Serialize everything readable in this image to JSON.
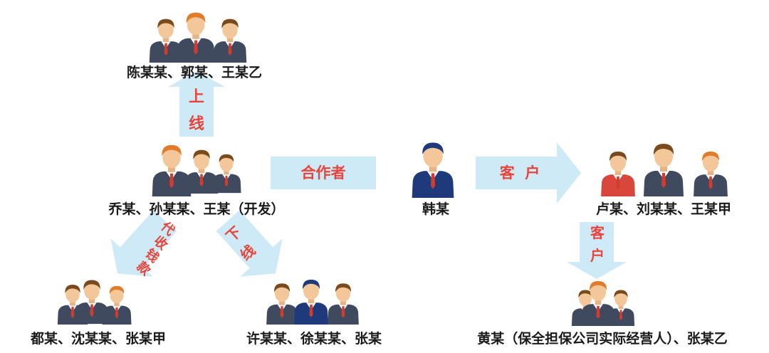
{
  "groups": {
    "top": {
      "label": "陈某某、郭某、王某乙"
    },
    "center": {
      "label": "乔某、孙某某、王某（开发）"
    },
    "han": {
      "label": "韩某"
    },
    "right": {
      "label": "卢某、刘某某、王某甲"
    },
    "bottom_left": {
      "label": "都某、沈某某、张某甲"
    },
    "bottom_mid": {
      "label": "许某某、徐某某、张某"
    },
    "bottom_right": {
      "label": "黄某（保全担保公司实际经营人）、张某乙"
    }
  },
  "arrows": {
    "up": {
      "text": [
        "上",
        "线"
      ]
    },
    "partner": {
      "text": "合作者"
    },
    "client1": {
      "text": "客  户"
    },
    "client2": {
      "text": [
        "客",
        "户"
      ]
    },
    "collect": {
      "text": [
        "代",
        "收",
        "钱",
        "款"
      ]
    },
    "down": {
      "text": [
        "下",
        "线"
      ]
    }
  },
  "colors": {
    "arrow": "#cfeaf7",
    "arrow_text": "#e8443a",
    "skin": "#f3c79a",
    "hair_brown": "#7a4a1c",
    "hair_orange": "#e07c2c",
    "suit_gray": "#3f4a5e",
    "suit_navy": "#1f3a7a",
    "suit_red": "#d9463b",
    "tie": "#d33b2f"
  }
}
